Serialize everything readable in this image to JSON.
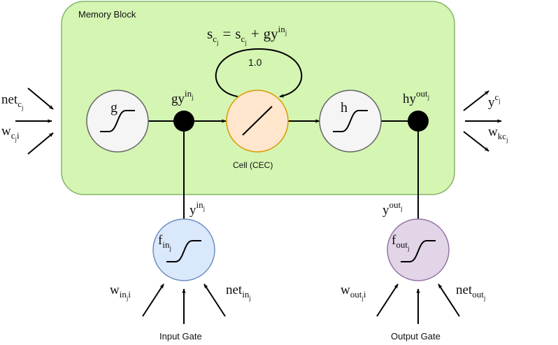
{
  "memory_block": {
    "title": "Memory Block",
    "fill": "#d5f5b3",
    "border": "#82b366"
  },
  "equation": {
    "lhs": "s",
    "lhs_sub": "c",
    "lhs_subsub": "j",
    "equals": "=",
    "rhs_s": "s",
    "rhs_s_sub": "c",
    "rhs_s_subsub": "j",
    "plus": "+",
    "rhs_gy": "gy",
    "rhs_gy_sup": "in",
    "rhs_gy_supsub": "j"
  },
  "self_loop_weight": "1.0",
  "nodes": {
    "g": {
      "label": "g",
      "fill": "#f5f5f5",
      "stroke": "#666666"
    },
    "cell": {
      "caption": "Cell (CEC)",
      "fill": "#ffe6cc",
      "stroke": "#d79b00"
    },
    "h": {
      "label": "h",
      "fill": "#f5f5f5",
      "stroke": "#666666"
    },
    "f_in": {
      "base": "f",
      "sub": "in",
      "subsub": "j",
      "fill": "#dae8fc",
      "stroke": "#6c8ebf"
    },
    "f_out": {
      "base": "f",
      "sub": "out",
      "subsub": "j",
      "fill": "#e1d5e7",
      "stroke": "#9673a6"
    }
  },
  "labels": {
    "net_c": {
      "base": "net",
      "sub": "c",
      "subsub": "j"
    },
    "w_c": {
      "base": "w",
      "sub": "c",
      "subsub": "j",
      "tail": "i"
    },
    "gy_in": {
      "base": "gy",
      "sup": "in",
      "supsub": "j"
    },
    "hy_out": {
      "base": "hy",
      "sup": "out",
      "supsub": "j"
    },
    "y_c": {
      "base": "y",
      "sup": "c",
      "supsub": "j"
    },
    "w_kc": {
      "base": "w",
      "sub": "kc",
      "subsub": "j"
    },
    "y_in": {
      "base": "y",
      "sup": "in",
      "supsub": "j"
    },
    "y_out": {
      "base": "y",
      "sup": "out",
      "supsub": "j"
    },
    "w_in": {
      "base": "w",
      "sub": "in",
      "subsub": "j",
      "tail": "i"
    },
    "net_in": {
      "base": "net",
      "sub": "in",
      "subsub": "j"
    },
    "w_out": {
      "base": "w",
      "sub": "out",
      "subsub": "j",
      "tail": "i"
    },
    "net_out": {
      "base": "net",
      "sub": "out",
      "subsub": "j"
    }
  },
  "gates": {
    "input": "Input Gate",
    "output": "Output Gate"
  }
}
